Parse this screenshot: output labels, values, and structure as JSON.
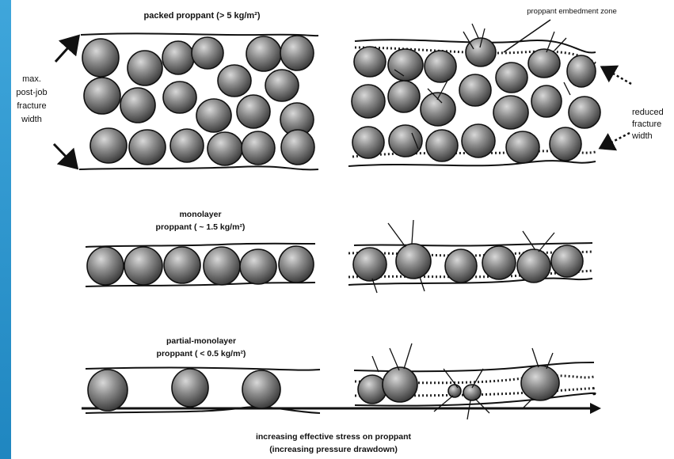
{
  "labels": {
    "packed_title": "packed proppant (> 5 kg/m²)",
    "embedment_zone": "proppant embedment zone",
    "left_width": [
      "max.",
      "post-job",
      "fracture",
      "width"
    ],
    "right_width": [
      "reduced",
      "fracture",
      "width"
    ],
    "monolayer_title": [
      "monolayer",
      "proppant ( ~ 1.5 kg/m²)"
    ],
    "partial_title": [
      "partial-monolayer",
      "proppant ( < 0.5 kg/m²)"
    ],
    "stress_axis": [
      "increasing effective stress on proppant",
      "(increasing pressure drawdown)"
    ]
  },
  "colors": {
    "slide_background": "#2a90c8",
    "panel": "#ffffff",
    "grain_dark": "#3a3a3a",
    "grain_light": "#d8d8d8",
    "ink": "#111111"
  }
}
